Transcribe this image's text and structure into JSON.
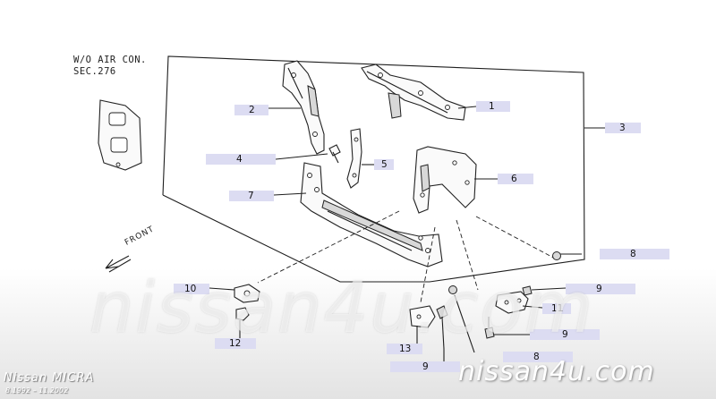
{
  "note": {
    "line1": "W/O AIR CON.",
    "line2": "SEC.276"
  },
  "front_label": "FRONT",
  "callouts": [
    {
      "id": "1",
      "label": "1"
    },
    {
      "id": "2",
      "label": "2"
    },
    {
      "id": "3",
      "label": "3"
    },
    {
      "id": "4",
      "label": "4"
    },
    {
      "id": "5",
      "label": "5"
    },
    {
      "id": "6",
      "label": "6"
    },
    {
      "id": "7",
      "label": "7"
    },
    {
      "id": "8a",
      "label": "8"
    },
    {
      "id": "9a",
      "label": "9"
    },
    {
      "id": "10",
      "label": "10"
    },
    {
      "id": "11",
      "label": "11"
    },
    {
      "id": "9b",
      "label": "9"
    },
    {
      "id": "12",
      "label": "12"
    },
    {
      "id": "13",
      "label": "13"
    },
    {
      "id": "8b",
      "label": "8"
    },
    {
      "id": "9c",
      "label": "9"
    }
  ],
  "watermark": {
    "big": "nissan4u.com",
    "small": "nissan4u.com"
  },
  "model": {
    "name": "Nissan MICRA",
    "years": "8.1992 – 11.2002"
  },
  "colors": {
    "callout_bg": "#dcdcf2",
    "line": "#1e1e1e"
  }
}
